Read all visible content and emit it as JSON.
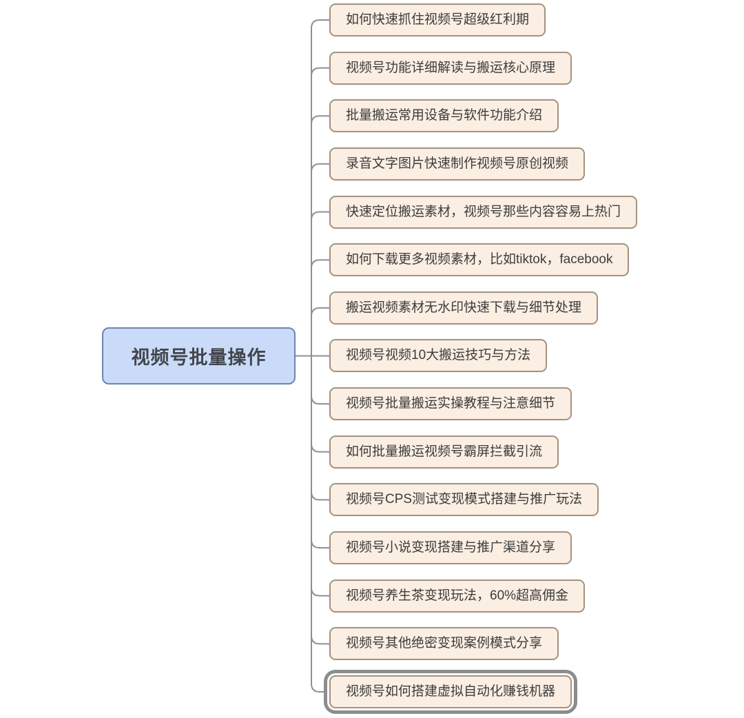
{
  "mindmap": {
    "root": {
      "label": "视频号批量操作"
    },
    "topics": [
      "如何快速抓住视频号超级红利期",
      "视频号功能详细解读与搬运核心原理",
      "批量搬运常用设备与软件功能介绍",
      "录音文字图片快速制作视频号原创视频",
      "快速定位搬运素材，视频号那些内容容易上热门",
      "如何下载更多视频素材，比如tiktok，facebook",
      "搬运视频素材无水印快速下载与细节处理",
      "视频号视频10大搬运技巧与方法",
      "视频号批量搬运实操教程与注意细节",
      "如何批量搬运视频号霸屏拦截引流",
      "视频号CPS测试变现模式搭建与推广玩法",
      "视频号小说变现搭建与推广渠道分享",
      "视频号养生茶变现玩法，60%超高佣金",
      "视频号其他绝密变现案例模式分享",
      "视频号如何搭建虚拟自动化赚钱机器"
    ],
    "selected_topic_index": 14,
    "colors": {
      "background": "#FFFFFF",
      "root_fill": "#C9DBF8",
      "root_border": "#6E82AE",
      "root_text": "#43464D",
      "topic_fill": "#FBEEE2",
      "topic_border": "#A3917F",
      "topic_text": "#3C3C3C",
      "connector": "#8F8F8F",
      "selection_outline": "#8C8C8C"
    }
  }
}
